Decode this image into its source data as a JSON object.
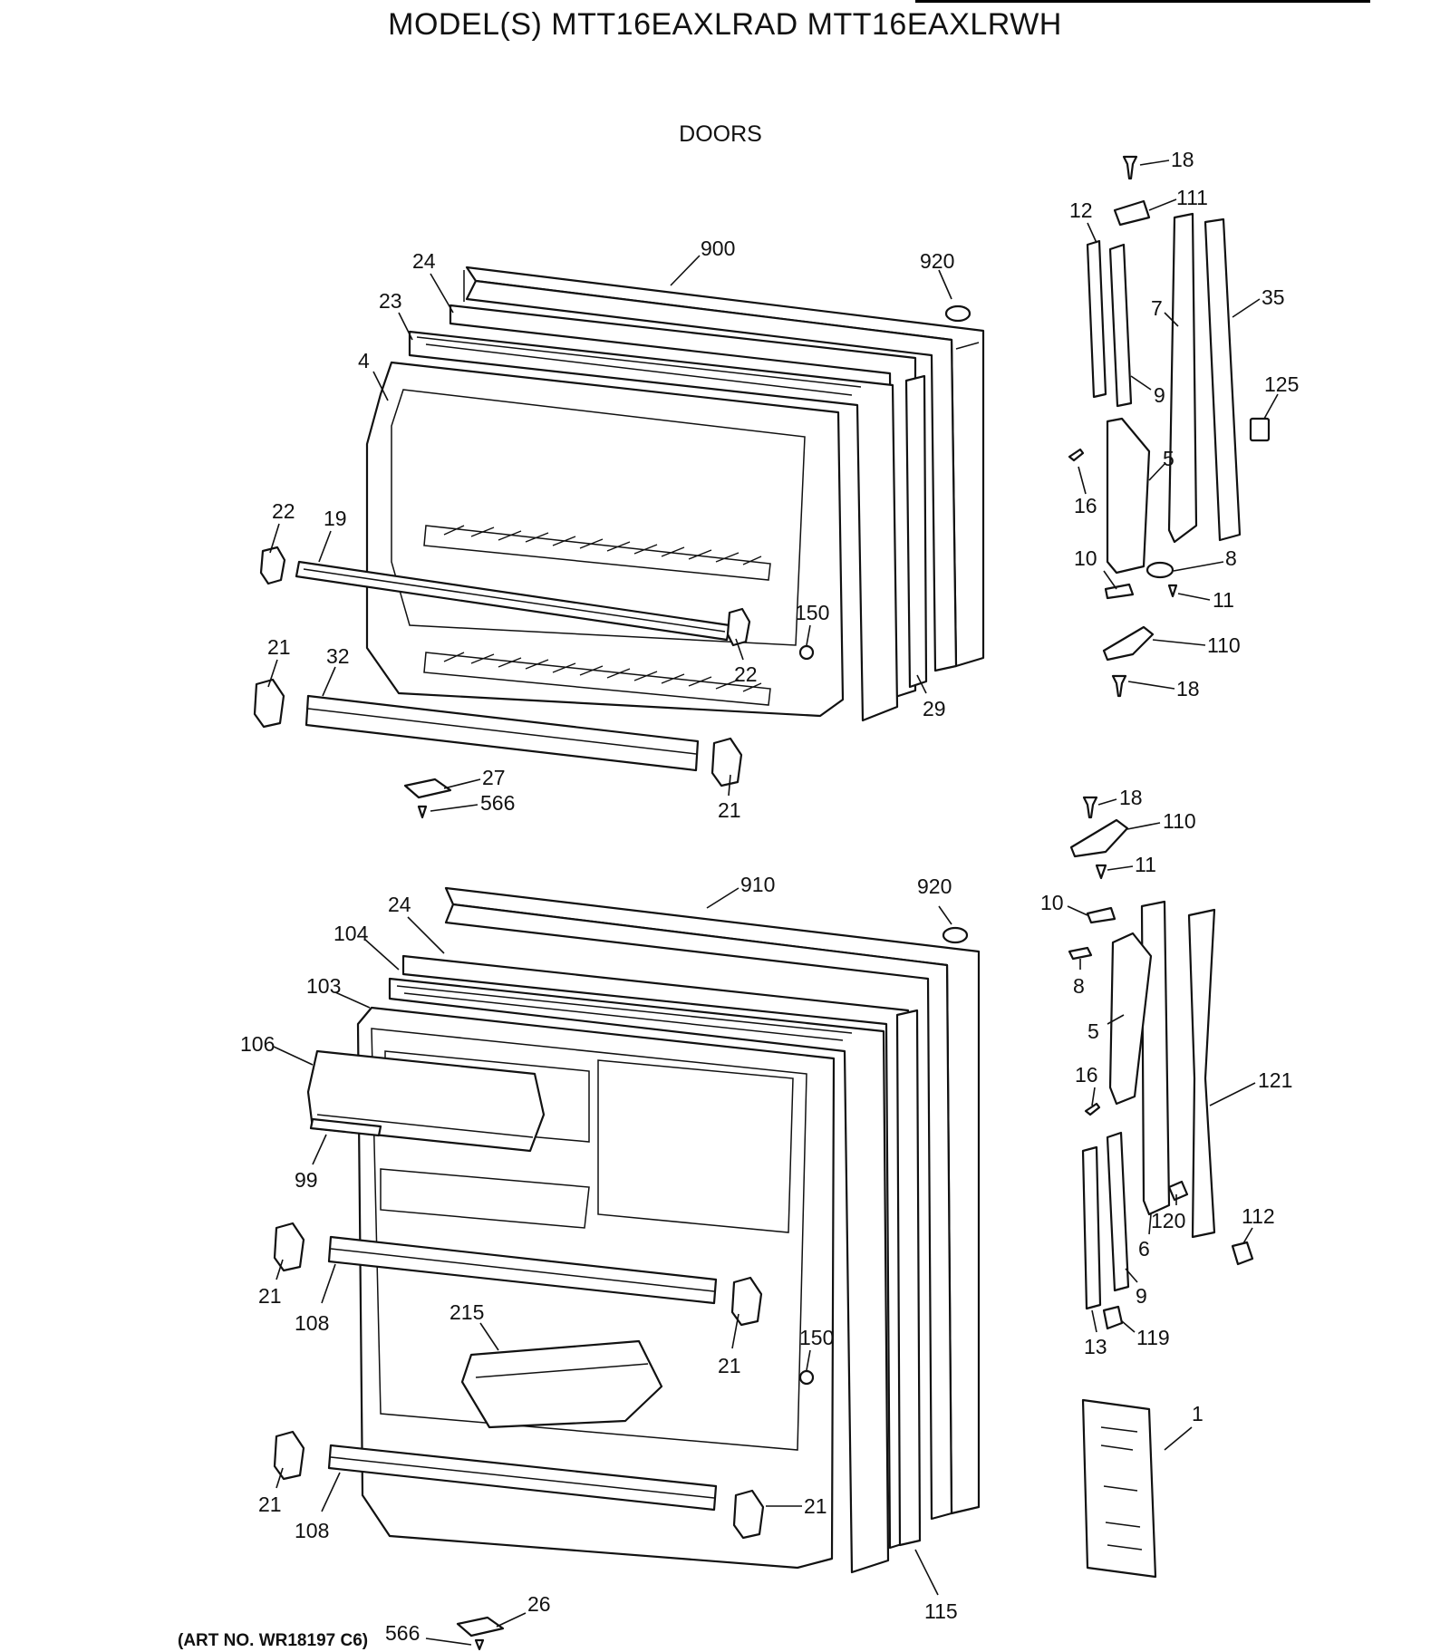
{
  "header": {
    "model_line": "MODEL(S) MTT16EAXLRAD  MTT16EAXLRWH",
    "section_title": "DOORS"
  },
  "footer": {
    "art_number": "(ART NO. WR18197 C6)"
  },
  "callouts": {
    "freezer_door": [
      "900",
      "920",
      "24",
      "23",
      "4",
      "22",
      "19",
      "21",
      "32",
      "150",
      "22",
      "29",
      "27",
      "566",
      "21"
    ],
    "freezer_hinge": [
      "18",
      "111",
      "12",
      "7",
      "35",
      "125",
      "9",
      "5",
      "16",
      "10",
      "8",
      "11",
      "110",
      "18"
    ],
    "fresh_food_door": [
      "910",
      "920",
      "24",
      "104",
      "103",
      "106",
      "99",
      "21",
      "108",
      "215",
      "21",
      "150",
      "21",
      "108",
      "21",
      "26",
      "566",
      "115"
    ],
    "fresh_food_hinge": [
      "18",
      "110",
      "11",
      "10",
      "8",
      "5",
      "16",
      "121",
      "120",
      "6",
      "112",
      "9",
      "13",
      "119",
      "1"
    ]
  }
}
